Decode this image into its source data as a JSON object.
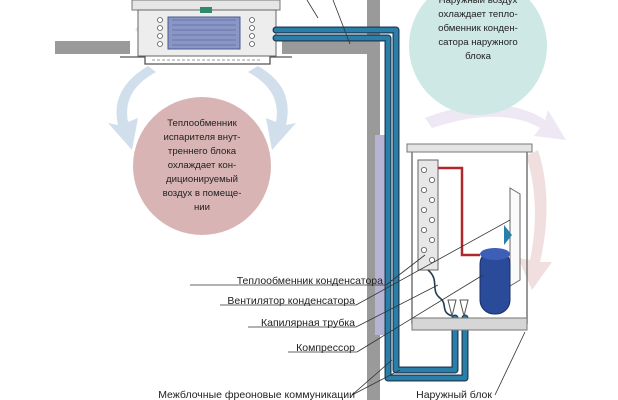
{
  "bubble_outdoor": {
    "lines": [
      "Наружный воздух",
      "охлаждает тепло-",
      "обменник конден-",
      "сатора наружного",
      "блока"
    ]
  },
  "bubble_indoor": {
    "lines": [
      "Теплообменник",
      "испарителя внут-",
      "треннего блока",
      "охлаждает кон-",
      "диционируемый",
      "воздух в помеще-",
      "нии"
    ]
  },
  "labels": {
    "condenser_hx": "Теплообменник конденсатора",
    "condenser_fan": "Вентилятор конденсатора",
    "capillary": "Капилярная трубка",
    "compressor": "Компрессор",
    "lines": "Межблочные фреоновые коммуникации",
    "outdoor_unit": "Наружный блок"
  },
  "colors": {
    "pipe": "#2a7fa8",
    "pipe_outline": "#1f3d55",
    "refrigerant_hot": "#b0282e",
    "compressor": "#2a4a9a",
    "wall": "#9a9a9a",
    "bubble_outdoor": "#cde8e5",
    "bubble_indoor": "#d9b4b4",
    "cold_air": "#c9d8e9",
    "warm_air": "#f0dcdc"
  }
}
